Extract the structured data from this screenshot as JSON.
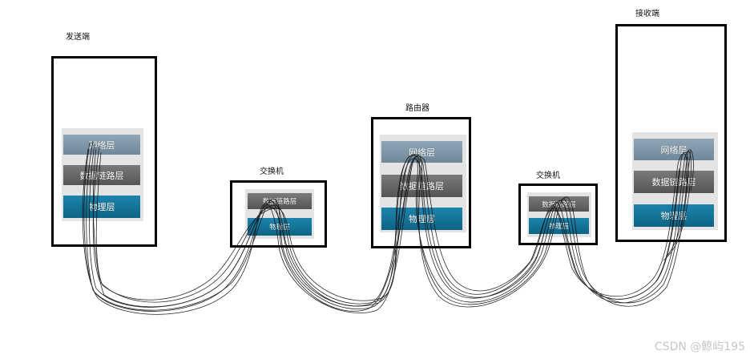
{
  "sender": {
    "title": "发送端",
    "layers": [
      "网络层",
      "数据链路层",
      "物理层"
    ]
  },
  "switch1": {
    "title": "交换机",
    "layers": [
      "数据链路层",
      "物理层"
    ]
  },
  "router": {
    "title": "路由器",
    "layers": [
      "网络层",
      "数据链路层",
      "物理层"
    ]
  },
  "switch2": {
    "title": "交换机",
    "layers": [
      "数据链路层",
      "物理层"
    ]
  },
  "receiver": {
    "title": "接收端",
    "layers": [
      "网络层",
      "数据链路层",
      "物理层"
    ]
  },
  "watermark": "CSDN @鲸屿195"
}
